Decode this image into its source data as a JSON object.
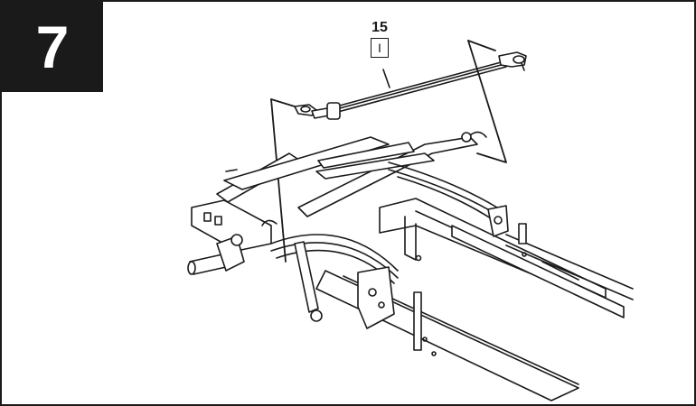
{
  "step": {
    "number": "7"
  },
  "callout": {
    "part_number": "15",
    "tag": "I"
  },
  "colors": {
    "ink": "#1a1a1a",
    "background": "#ffffff"
  },
  "icons": [
    "step-number-badge",
    "tie-rod-illustration",
    "chassis-frame-illustration"
  ]
}
